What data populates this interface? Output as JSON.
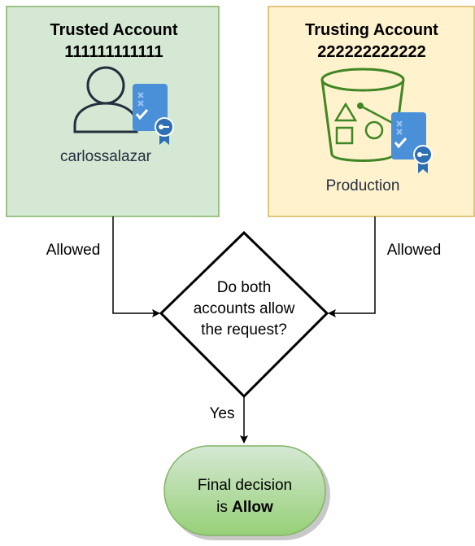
{
  "trusted_account": {
    "title": "Trusted Account",
    "account_id": "111111111111",
    "user_label": "carlossalazar",
    "fill_color": "#d5e8d4",
    "border_color": "#82b366"
  },
  "trusting_account": {
    "title": "Trusting Account",
    "account_id": "222222222222",
    "resource_label": "Production",
    "fill_color": "#fff2cc",
    "border_color": "#d6b656"
  },
  "edges": {
    "left_label": "Allowed",
    "right_label": "Allowed",
    "yes_label": "Yes"
  },
  "decision": {
    "line1": "Do both",
    "line2": "accounts allow",
    "line3": "the request?"
  },
  "final": {
    "line1": "Final decision",
    "line2_prefix": "is ",
    "line2_bold": "Allow",
    "fill_color": "#a9d18e",
    "border_color": "#82b366"
  },
  "icons": {
    "user": "user-icon",
    "certificate": "certificate-icon",
    "bucket": "s3-bucket-icon",
    "bucket_color": "#3f8624",
    "certificate_color": "#4a90d9"
  }
}
